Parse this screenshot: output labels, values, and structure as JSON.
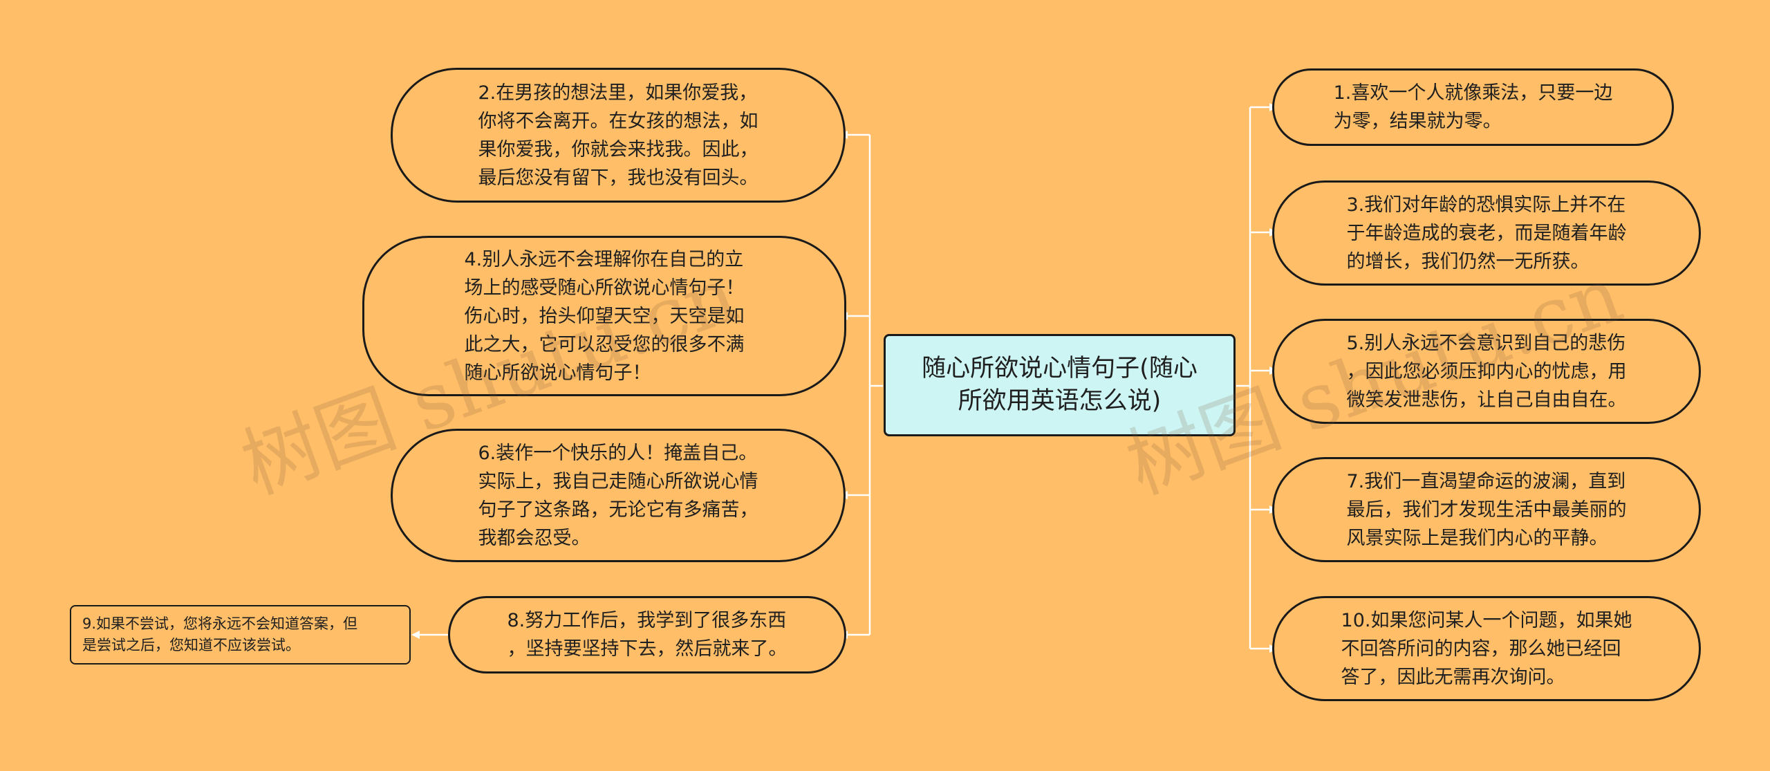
{
  "center": {
    "text": "随心所欲说心情句子(随心\n所欲用英语怎么说)"
  },
  "left_nodes": [
    {
      "text": "2.在男孩的想法里，如果你爱我，\n你将不会离开。在女孩的想法，如\n果你爱我，你就会来找我。因此，\n最后您没有留下，我也没有回头。"
    },
    {
      "text": "4.别人永远不会理解你在自己的立\n场上的感受随心所欲说心情句子！\n伤心时，抬头仰望天空，天空是如\n此之大，它可以忍受您的很多不满\n随心所欲说心情句子！"
    },
    {
      "text": "6.装作一个快乐的人！掩盖自己。\n实际上，我自己走随心所欲说心情\n句子了这条路，无论它有多痛苦，\n我都会忍受。"
    },
    {
      "text": "8.努力工作后，我学到了很多东西\n，坚持要坚持下去，然后就来了。"
    }
  ],
  "leaf": {
    "text": "9.如果不尝试，您将永远不会知道答案，但\n是尝试之后，您知道不应该尝试。"
  },
  "right_nodes": [
    {
      "text": "1.喜欢一个人就像乘法，只要一边\n为零，结果就为零。"
    },
    {
      "text": "3.我们对年龄的恐惧实际上并不在\n于年龄造成的衰老，而是随着年龄\n的增长，我们仍然一无所获。"
    },
    {
      "text": "5.别人永远不会意识到自己的悲伤\n，因此您必须压抑内心的忧虑，用\n微笑发泄悲伤，让自己自由自在。"
    },
    {
      "text": "7.我们一直渴望命运的波澜，直到\n最后，我们才发现生活中最美丽的\n风景实际上是我们内心的平静。"
    },
    {
      "text": "10.如果您问某人一个问题，如果她\n不回答所问的内容，那么她已经回\n答了，因此无需再次询问。"
    }
  ],
  "watermarks": [
    "树图 shutu.cn",
    "树图 shutu.cn"
  ],
  "colors": {
    "background": "#FFBE67",
    "center_fill": "#CDF5F3",
    "connector": "#FFFFFF",
    "border": "#1A1A1A"
  }
}
